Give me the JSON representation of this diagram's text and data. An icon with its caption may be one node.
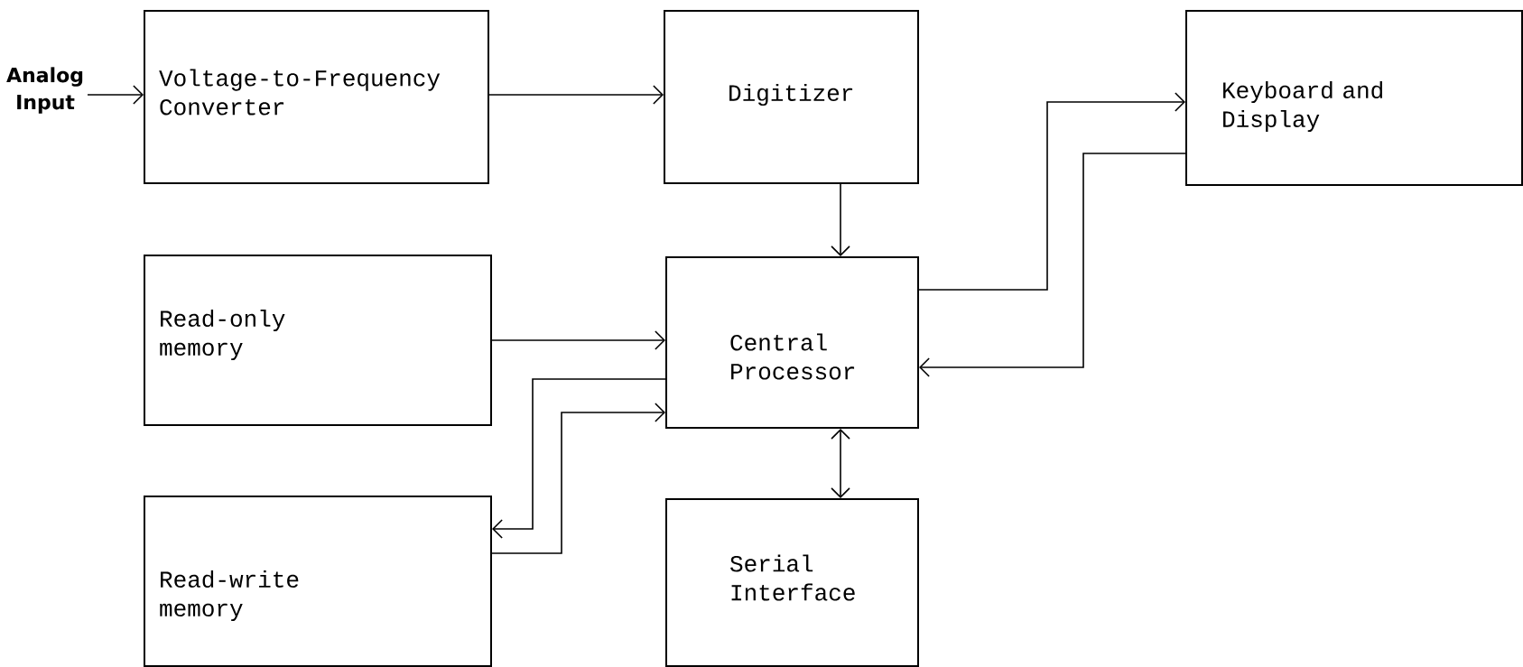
{
  "diagram": {
    "nodes": [
      {
        "text": [
          "Voltage-to-Frequency Converter"
        ]
      },
      {
        "text": [
          "Digitizer"
        ]
      },
      {
        "text": [
          "Keyboard and Display"
        ]
      },
      {
        "text": [
          "Read-only memory"
        ]
      },
      {
        "text": [
          "Central Processor"
        ]
      },
      {
        "text": [
          "Read-write memory"
        ]
      },
      {
        "text": [
          "Serial Interface"
        ]
      },
      {
        "text": [
          "Analog Input"
        ]
      }
    ],
    "edges": [
      {
        "from": 0,
        "to": 1,
        "arrow": "to"
      },
      {
        "from": 1,
        "to": 4,
        "arrow": "to"
      },
      {
        "from": 3,
        "to": 4,
        "arrow": "to"
      },
      {
        "from": 4,
        "to": 5,
        "arrow": "to"
      },
      {
        "from": 5,
        "to": 4,
        "arrow": "to"
      },
      {
        "from": 4,
        "to": 6,
        "arrow": "both"
      },
      {
        "from": 4,
        "to": 2,
        "arrow": "to"
      },
      {
        "from": 2,
        "to": 4,
        "arrow": "to"
      },
      {
        "from": 7,
        "to": 0,
        "arrow": "to"
      }
    ]
  }
}
